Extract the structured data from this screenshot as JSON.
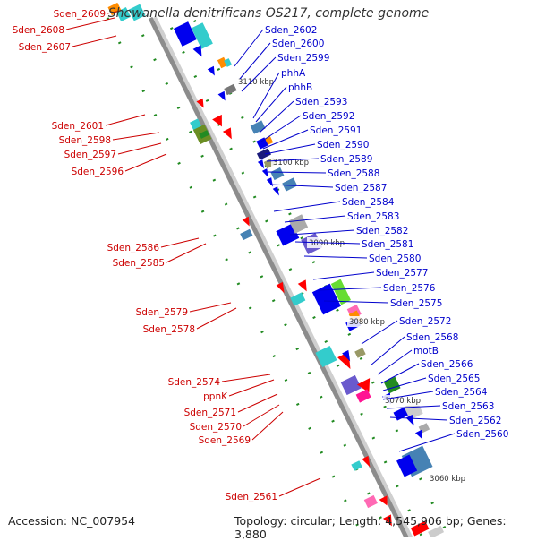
{
  "title": "Shewanella denitrificans OS217, complete genome",
  "footer": {
    "accession": "Accession: NC_007954",
    "topology": "Topology: circular; Length: 4,545,906 bp; Genes: 3,880"
  },
  "colors": {
    "forward_label": "#0000cc",
    "reverse_label": "#cc0000",
    "backbone": "#9a9a9a",
    "tick": "#228b22"
  },
  "ruler": [
    "3110 kbp",
    "3100 kbp",
    "3090 kbp",
    "3080 kbp",
    "3070 kbp",
    "3060 kbp"
  ],
  "forward_labels": [
    "Sden_2602",
    "Sden_2600",
    "Sden_2599",
    "phhA",
    "phhB",
    "Sden_2593",
    "Sden_2592",
    "Sden_2591",
    "Sden_2590",
    "Sden_2589",
    "Sden_2588",
    "Sden_2587",
    "Sden_2584",
    "Sden_2583",
    "Sden_2582",
    "Sden_2581",
    "Sden_2580",
    "Sden_2577",
    "Sden_2576",
    "Sden_2575",
    "Sden_2572",
    "Sden_2568",
    "motB",
    "Sden_2566",
    "Sden_2565",
    "Sden_2564",
    "Sden_2563",
    "Sden_2562",
    "Sden_2560"
  ],
  "reverse_labels": [
    "Sden_2609",
    "Sden_2608",
    "Sden_2607",
    "Sden_2601",
    "Sden_2598",
    "Sden_2597",
    "Sden_2596",
    "Sden_2586",
    "Sden_2585",
    "Sden_2579",
    "Sden_2578",
    "Sden_2574",
    "ppnK",
    "Sden_2571",
    "Sden_2570",
    "Sden_2569",
    "Sden_2561"
  ]
}
